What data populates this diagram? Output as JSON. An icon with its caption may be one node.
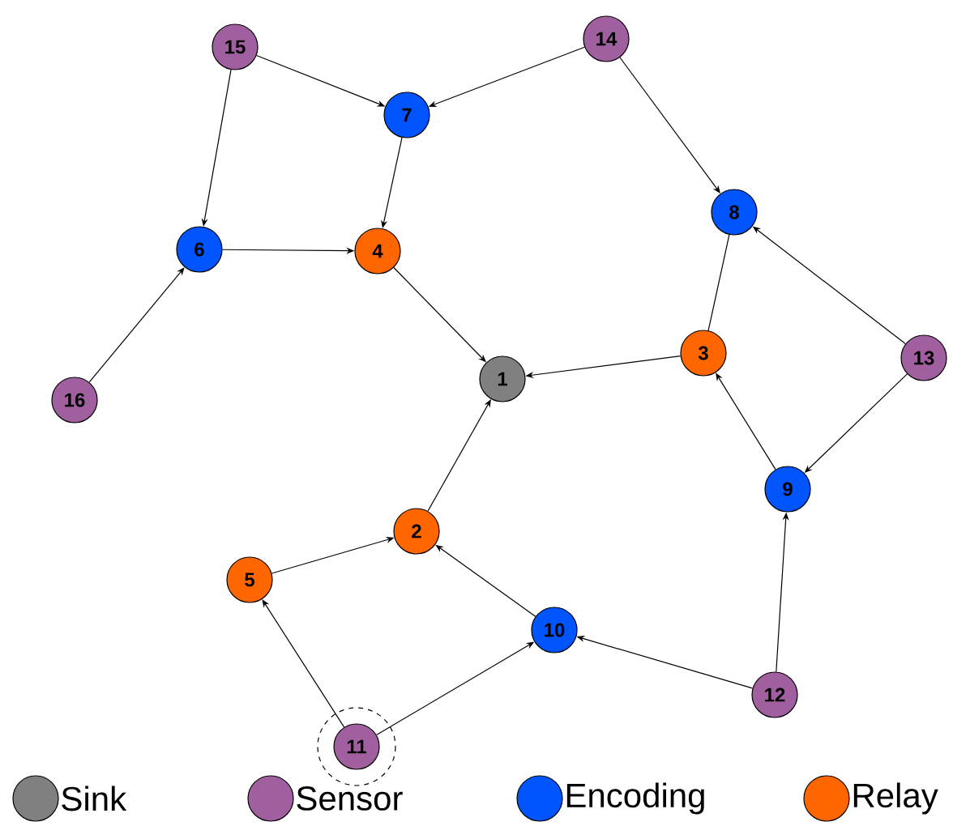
{
  "diagram": {
    "nodes": [
      {
        "text": [
          "1"
        ]
      },
      {
        "text": [
          "2"
        ]
      },
      {
        "text": [
          "3"
        ]
      },
      {
        "text": [
          "4"
        ]
      },
      {
        "text": [
          "5"
        ]
      },
      {
        "text": [
          "6"
        ]
      },
      {
        "text": [
          "7"
        ]
      },
      {
        "text": [
          "8"
        ]
      },
      {
        "text": [
          "9"
        ]
      },
      {
        "text": [
          "10"
        ]
      },
      {
        "text": [
          "11"
        ]
      },
      {
        "text": [
          "12"
        ]
      },
      {
        "text": [
          "13"
        ]
      },
      {
        "text": [
          "14"
        ]
      },
      {
        "text": [
          "15"
        ]
      },
      {
        "text": [
          "16"
        ]
      }
    ],
    "edges": [
      {
        "from": 14,
        "to": 6,
        "arrow": "to"
      },
      {
        "from": 14,
        "to": 5,
        "arrow": "to"
      },
      {
        "from": 13,
        "to": 6,
        "arrow": "to"
      },
      {
        "from": 13,
        "to": 7,
        "arrow": "to"
      },
      {
        "from": 6,
        "to": 3,
        "arrow": "to"
      },
      {
        "from": 5,
        "to": 3,
        "arrow": "to"
      },
      {
        "from": 15,
        "to": 5,
        "arrow": "to"
      },
      {
        "from": 3,
        "to": 0,
        "arrow": "to"
      },
      {
        "from": 2,
        "to": 0,
        "arrow": "to"
      },
      {
        "from": 7,
        "to": 2,
        "arrow": "none"
      },
      {
        "from": 12,
        "to": 7,
        "arrow": "to"
      },
      {
        "from": 12,
        "to": 8,
        "arrow": "to"
      },
      {
        "from": 8,
        "to": 2,
        "arrow": "to"
      },
      {
        "from": 11,
        "to": 8,
        "arrow": "to"
      },
      {
        "from": 11,
        "to": 9,
        "arrow": "to"
      },
      {
        "from": 9,
        "to": 1,
        "arrow": "to"
      },
      {
        "from": 10,
        "to": 9,
        "arrow": "to"
      },
      {
        "from": 10,
        "to": 4,
        "arrow": "to"
      },
      {
        "from": 4,
        "to": 1,
        "arrow": "to"
      },
      {
        "from": 1,
        "to": 0,
        "arrow": "to"
      }
    ],
    "legend": [
      {
        "text": "Sink",
        "color": "#808080"
      },
      {
        "text": "Sensor",
        "color": "#a0609f"
      },
      {
        "text": "Encoding",
        "color": "#0055ff"
      },
      {
        "text": "Relay",
        "color": "#ff6600"
      }
    ]
  }
}
